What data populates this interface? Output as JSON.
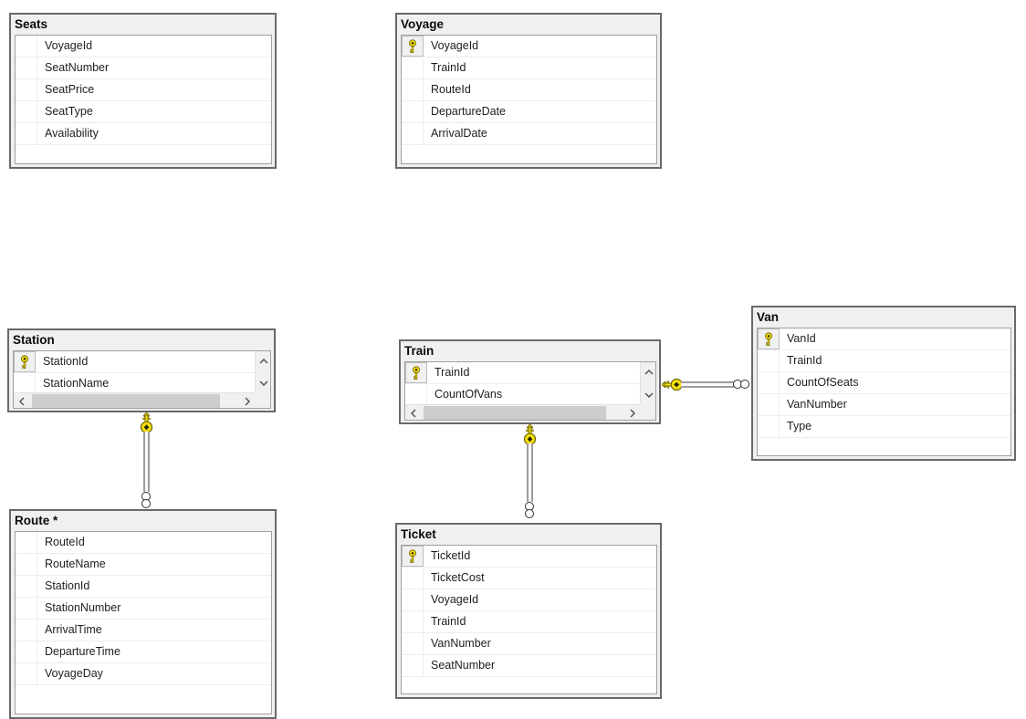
{
  "tables": {
    "seats": {
      "title": "Seats",
      "primary_key": null,
      "columns": [
        "VoyageId",
        "SeatNumber",
        "SeatPrice",
        "SeatType",
        "Availability"
      ]
    },
    "voyage": {
      "title": "Voyage",
      "primary_key": "VoyageId",
      "columns": [
        "VoyageId",
        "TrainId",
        "RouteId",
        "DepartureDate",
        "ArrivalDate"
      ]
    },
    "station": {
      "title": "Station",
      "primary_key": "StationId",
      "columns": [
        "StationId",
        "StationName"
      ],
      "has_scrollbars": true
    },
    "train": {
      "title": "Train",
      "primary_key": "TrainId",
      "columns": [
        "TrainId",
        "CountOfVans"
      ],
      "has_scrollbars": true
    },
    "van": {
      "title": "Van",
      "primary_key": "VanId",
      "columns": [
        "VanId",
        "TrainId",
        "CountOfSeats",
        "VanNumber",
        "Type"
      ]
    },
    "route": {
      "title": "Route *",
      "primary_key": null,
      "columns": [
        "RouteId",
        "RouteName",
        "StationId",
        "StationNumber",
        "ArrivalTime",
        "DepartureTime",
        "VoyageDay"
      ]
    },
    "ticket": {
      "title": "Ticket",
      "primary_key": "TicketId",
      "columns": [
        "TicketId",
        "TicketCost",
        "VoyageId",
        "TrainId",
        "VanNumber",
        "SeatNumber"
      ]
    }
  },
  "relationships": [
    {
      "one_side": "Station",
      "many_side": "Route",
      "one_end_icon": "key-icon",
      "many_end_icon": "infinity-icon",
      "orientation": "vertical"
    },
    {
      "one_side": "Train",
      "many_side": "Ticket",
      "one_end_icon": "key-icon",
      "many_end_icon": "infinity-icon",
      "orientation": "vertical"
    },
    {
      "one_side": "Train",
      "many_side": "Van",
      "one_end_icon": "key-icon",
      "many_end_icon": "infinity-icon",
      "orientation": "horizontal"
    }
  ],
  "icons": {
    "primary_key": "key-icon",
    "many_cardinality": "infinity-icon",
    "scroll": [
      "chevron-up-icon",
      "chevron-down-icon",
      "chevron-left-icon",
      "chevron-right-icon"
    ]
  },
  "colors": {
    "canvas_bg": "#ffffff",
    "table_border": "#696969",
    "header_bg": "#f0f0f0",
    "grid_border": "#a0a0a0",
    "row_separator": "#ededed",
    "key_gold": "#f5df0e",
    "key_outline": "#6b6200",
    "connector_gray": "#9e9e9e",
    "scroll_thumb": "#cdcdcd"
  }
}
